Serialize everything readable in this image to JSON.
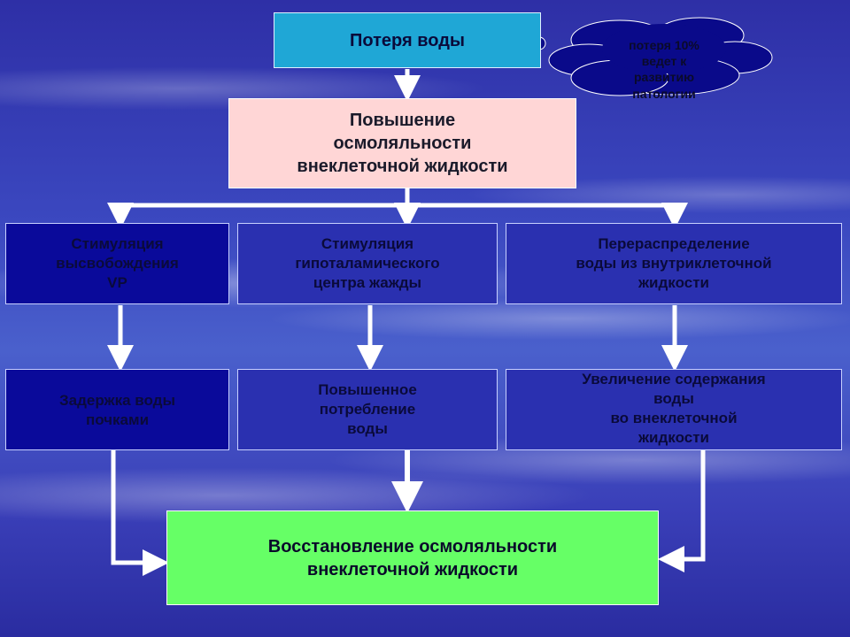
{
  "diagram": {
    "top": "Потеря воды",
    "cloud": "потеря 10%\nведет к\nразвитию\nпатологии",
    "center": "Повышение\nосмоляльности\nвнеклеточной жидкости",
    "branch1": "Стимуляция\nвысвобождения\nVP",
    "branch2": "Стимуляция\nгипоталамического\nцентра жажды",
    "branch3": "Перераспределение\nводы из внутриклеточной\nжидкости",
    "result1": "Задержка воды\nпочками",
    "result2": "Повышенное\nпотребление\nводы",
    "result3": "Увеличение содержания\nводы\nво внеклеточной\nжидкости",
    "final": "Восстановление осмоляльности\nвнеклеточной жидкости"
  },
  "colors": {
    "top_box": "#1fa7d6",
    "center_box": "#ffd6d6",
    "dark_box": "#0a0a9a",
    "mid_box": "#2a30b0",
    "final_box": "#66ff66",
    "cloud": "#0a0a8a",
    "arrow": "#ffffff"
  }
}
